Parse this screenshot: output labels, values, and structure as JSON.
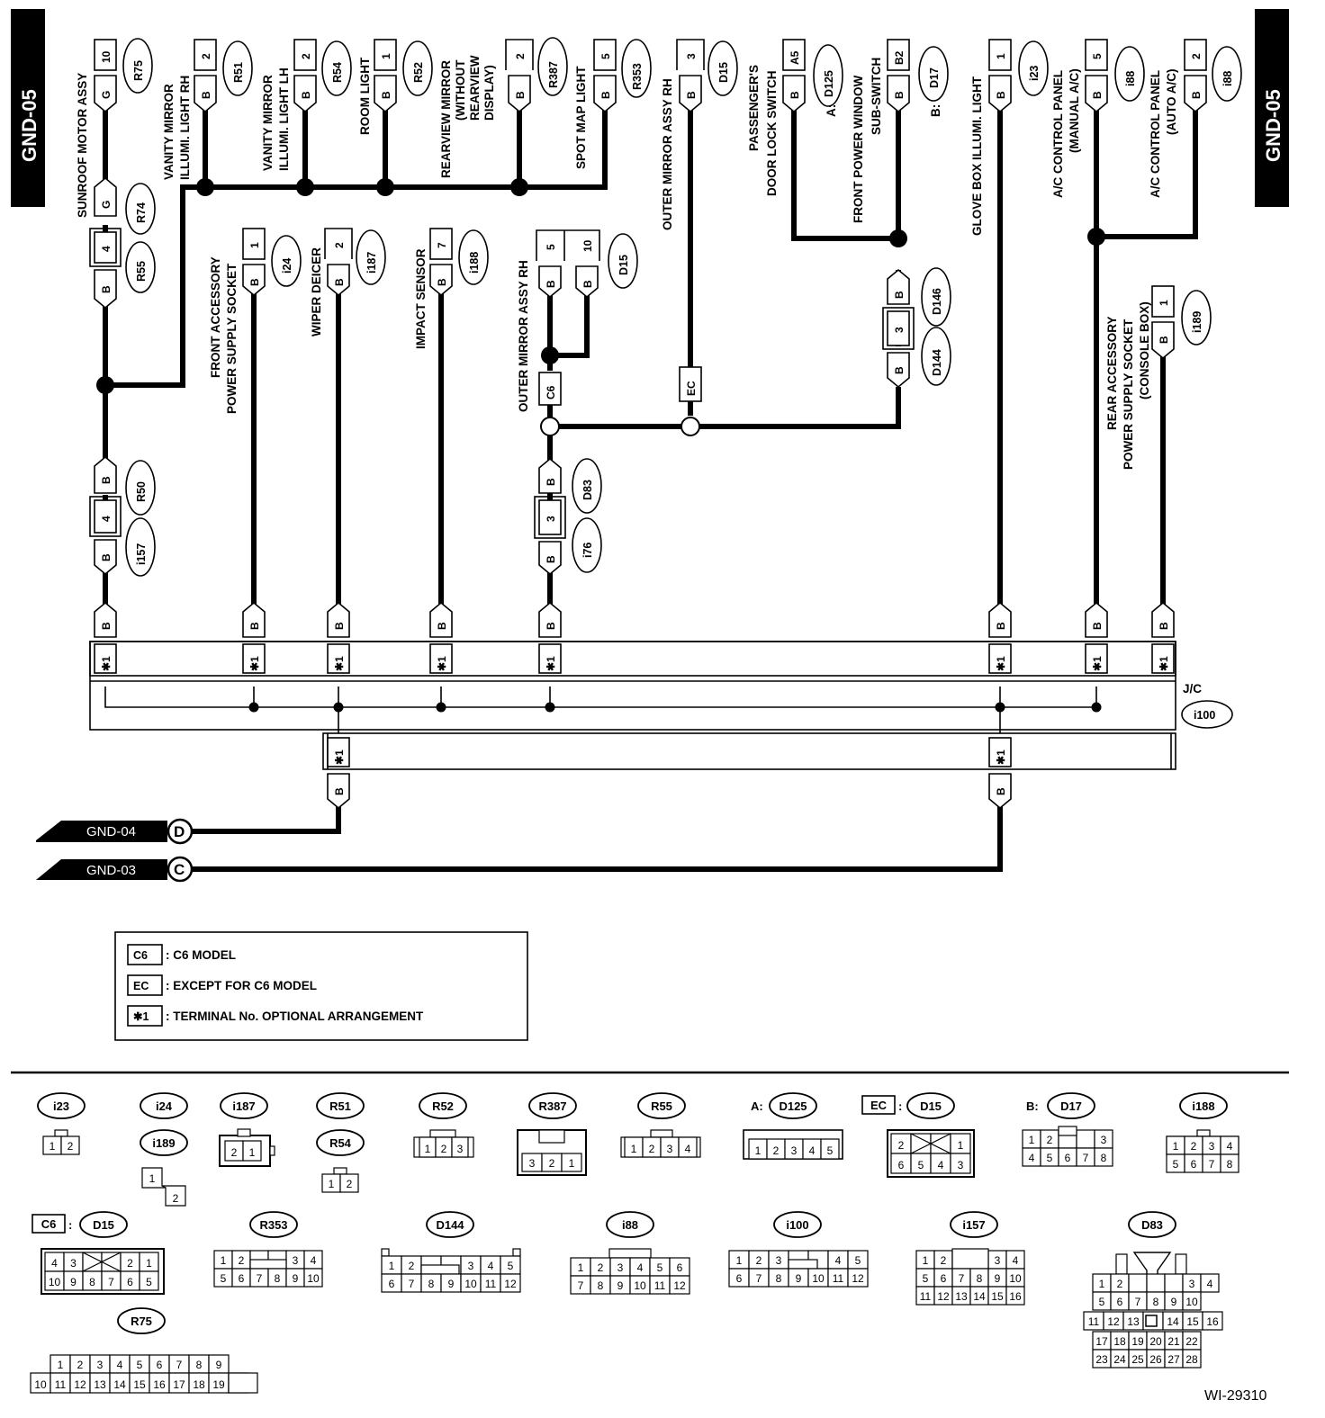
{
  "diagram": {
    "sheet": "GND-05",
    "figure_id": "WI-29310",
    "jc": "J/C",
    "wire_b": "B",
    "wire_g": "G",
    "star1": "✱1",
    "components": {
      "sunroof": "SUNROOF MOTOR ASSY",
      "vanity_rh_1": "VANITY MIRROR",
      "vanity_rh_2": "ILLUMI. LIGHT RH",
      "vanity_lh_1": "VANITY MIRROR",
      "vanity_lh_2": "ILLUMI. LIGHT LH",
      "room": "ROOM LIGHT",
      "rearview_1": "REARVIEW MIRROR",
      "rearview_2": "(WITHOUT",
      "rearview_3": "REARVIEW",
      "rearview_4": "DISPLAY)",
      "spot": "SPOT MAP LIGHT",
      "outer_rh": "OUTER MIRROR ASSY RH",
      "pass_door_1": "PASSENGER'S",
      "pass_door_2": "DOOR LOCK SWITCH",
      "fpw_1": "FRONT POWER WINDOW",
      "fpw_2": "SUB-SWITCH",
      "glovebox": "GLOVE BOX ILLUMI. LIGHT",
      "ac_manual_1": "A/C CONTROL PANEL",
      "ac_manual_2": "(MANUAL A/C)",
      "ac_auto_1": "A/C CONTROL PANEL",
      "ac_auto_2": "(AUTO A/C)",
      "front_acc_1": "FRONT ACCESSORY",
      "front_acc_2": "POWER SUPPLY SOCKET",
      "wiper": "WIPER DEICER",
      "impact": "IMPACT SENSOR",
      "outer_rh2": "OUTER MIRROR ASSY RH",
      "rear_acc_1": "REAR ACCESSORY",
      "rear_acc_2": "POWER SUPPLY SOCKET",
      "rear_acc_3": "(CONSOLE BOX)",
      "a_prefix": "A:",
      "b_prefix": "B:"
    },
    "pins": {
      "p10": "10",
      "p2": "2",
      "p1": "1",
      "p5": "5",
      "p3": "3",
      "pA5": "A5",
      "pB2": "B2",
      "p4": "4",
      "p7": "7"
    },
    "connectors": {
      "R75": "R75",
      "R51": "R51",
      "R54": "R54",
      "R52": "R52",
      "R387": "R387",
      "R353": "R353",
      "D15": "D15",
      "D125": "D125",
      "D17": "D17",
      "i23": "i23",
      "i88": "i88",
      "R74": "R74",
      "R55": "R55",
      "i24": "i24",
      "i187": "i187",
      "i188": "i188",
      "D146": "D146",
      "D144": "D144",
      "i189": "i189",
      "R50": "R50",
      "i157": "i157",
      "D83": "D83",
      "i76": "i76",
      "i100": "i100"
    },
    "codes": {
      "c6": "C6",
      "ec": "EC"
    },
    "ground": {
      "gnd04": "GND-04",
      "gnd03": "GND-03",
      "d": "D",
      "c": "C"
    }
  },
  "legend": {
    "c6_code": "C6",
    "c6_text": ": C6 MODEL",
    "ec_code": "EC",
    "ec_text": ": EXCEPT FOR C6 MODEL",
    "star_code": "✱1",
    "star_text": ": TERMINAL No. OPTIONAL ARRANGEMENT"
  },
  "connector_views": {
    "ids": {
      "i23": "i23",
      "i24": "i24",
      "i189": "i189",
      "i187": "i187",
      "R51": "R51",
      "R54": "R54",
      "R52": "R52",
      "R387": "R387",
      "R55": "R55",
      "D125": "D125",
      "D15": "D15",
      "D17": "D17",
      "i188": "i188",
      "R353": "R353",
      "D144": "D144",
      "i88": "i88",
      "i100": "i100",
      "i157": "i157",
      "D83": "D83",
      "R75": "R75"
    },
    "prefix_a": "A:",
    "prefix_b": "B:",
    "prefix_ec": "EC",
    "prefix_c6": "C6",
    "n": {
      "1": "1",
      "2": "2",
      "3": "3",
      "4": "4",
      "5": "5",
      "6": "6",
      "7": "7",
      "8": "8",
      "9": "9",
      "10": "10",
      "11": "11",
      "12": "12",
      "13": "13",
      "14": "14",
      "15": "15",
      "16": "16",
      "17": "17",
      "18": "18",
      "19": "19",
      "20": "20",
      "21": "21",
      "22": "22",
      "23": "23",
      "24": "24",
      "25": "25",
      "26": "26",
      "27": "27",
      "28": "28"
    }
  }
}
